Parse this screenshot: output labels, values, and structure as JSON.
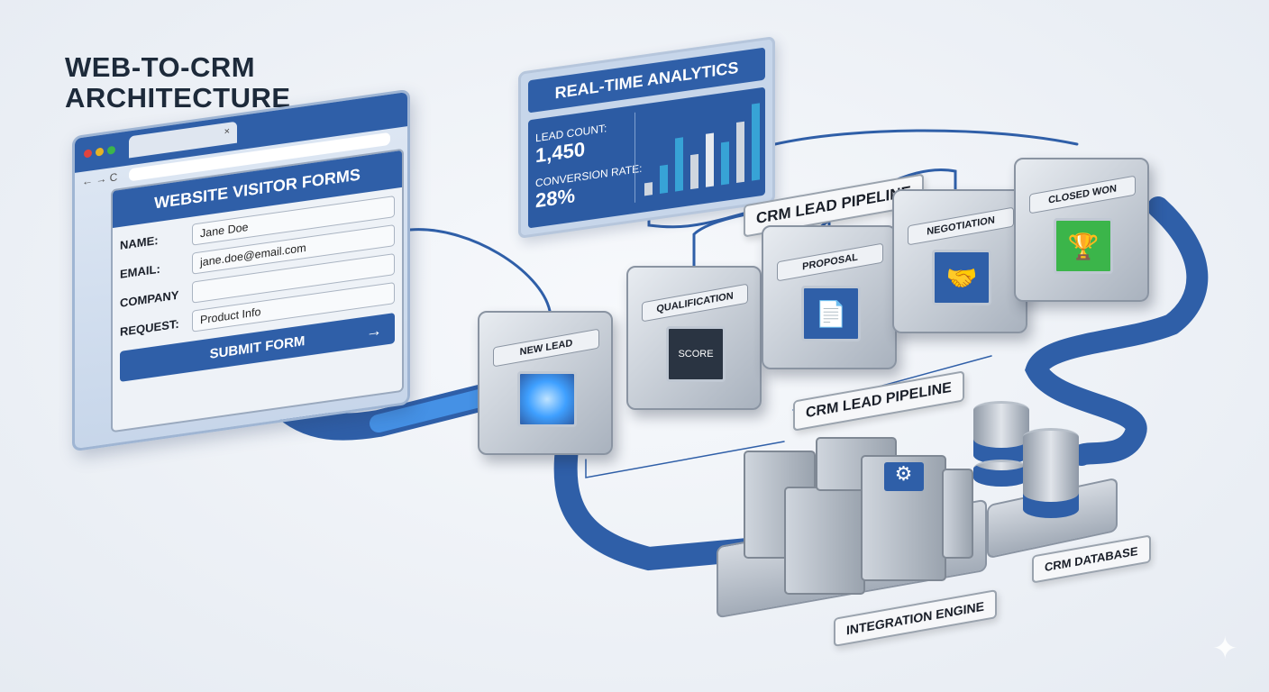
{
  "title": {
    "line1": "WEB-TO-CRM",
    "line2": "ARCHITECTURE"
  },
  "browser": {
    "close_glyph": "×",
    "nav_glyphs": "← → C",
    "form_title": "WEBSITE VISITOR FORMS",
    "fields": [
      {
        "label": "NAME:",
        "value": "Jane Doe"
      },
      {
        "label": "EMAIL:",
        "value": "jane.doe@email.com"
      },
      {
        "label": "COMPANY",
        "value": ""
      },
      {
        "label": "REQUEST:",
        "value": "Product Info"
      }
    ],
    "submit_label": "SUBMIT FORM",
    "submit_arrow": "→"
  },
  "analytics": {
    "title": "REAL-TIME ANALYTICS",
    "lead_count_label": "LEAD COUNT:",
    "lead_count": "1,450",
    "conversion_label": "CONVERSION RATE:",
    "conversion_rate": "28%",
    "bars": [
      {
        "value": 10,
        "color": "#cfd6df"
      },
      {
        "value": 22,
        "color": "#37a3d6"
      },
      {
        "value": 42,
        "color": "#37a3d6"
      },
      {
        "value": 27,
        "color": "#cfd6df"
      },
      {
        "value": 42,
        "color": "#e6eaef"
      },
      {
        "value": 33,
        "color": "#37a3d6"
      },
      {
        "value": 47,
        "color": "#cfd6df"
      },
      {
        "value": 60,
        "color": "#37a3d6"
      }
    ]
  },
  "pipeline": {
    "label_top": "CRM LEAD PIPELINE",
    "label_bottom": "CRM LEAD PIPELINE",
    "stages": [
      {
        "label": "NEW LEAD",
        "icon": "glow-icon",
        "glyph": ""
      },
      {
        "label": "QUALIFICATION",
        "icon": "gauge-icon",
        "glyph": "SCORE"
      },
      {
        "label": "PROPOSAL",
        "icon": "document-icon",
        "glyph": "📄"
      },
      {
        "label": "NEGOTIATION",
        "icon": "handshake-icon",
        "glyph": "🤝"
      },
      {
        "label": "CLOSED WON",
        "icon": "trophy-icon",
        "glyph": "🏆"
      }
    ]
  },
  "integration": {
    "label": "INTEGRATION ENGINE",
    "gear_glyph": "⚙"
  },
  "database": {
    "label": "CRM DATABASE"
  },
  "colors": {
    "accent": "#2f5fa8",
    "glow": "#3fa0ff",
    "won": "#3bb54a"
  }
}
